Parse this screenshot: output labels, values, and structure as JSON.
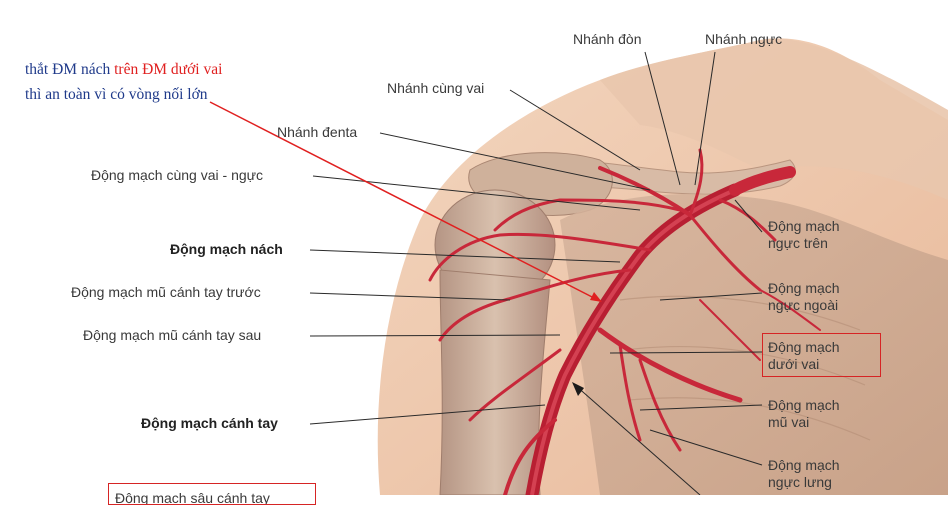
{
  "note": {
    "line1_a": "thắt ĐM nách ",
    "line1_b": "trên ĐM dưới vai",
    "line2": "thì an toàn vì có vòng nối lớn"
  },
  "labels": {
    "nhanh_don": "Nhánh đòn",
    "nhanh_nguc": "Nhánh ngực",
    "nhanh_cung_vai": "Nhánh cùng vai",
    "nhanh_denta": "Nhánh đenta",
    "dm_cung_vai_nguc": "Động mạch cùng vai - ngực",
    "dm_nach": "Động mạch nách",
    "dm_mu_canh_tay_truoc": "Động mạch mũ cánh tay trước",
    "dm_mu_canh_tay_sau": "Động mạch mũ cánh tay sau",
    "dm_canh_tay": "Động mạch cánh tay",
    "dm_nguc_tren_1": "Động mạch",
    "dm_nguc_tren_2": "ngực trên",
    "dm_nguc_ngoai_1": "Động mạch",
    "dm_nguc_ngoai_2": "ngực ngoài",
    "dm_duoi_vai_1": "Động mạch",
    "dm_duoi_vai_2": "dưới vai",
    "dm_mu_vai_1": "Động mạch",
    "dm_mu_vai_2": "mũ vai",
    "dm_nguc_lung_1": "Động mạch",
    "dm_nguc_lung_2": "ngực lưng",
    "cut_label": "Động mạch sâu cánh tay"
  },
  "colors": {
    "artery": "#c8283a",
    "highlight_box": "#d62424",
    "note_blue": "#1f3a8a",
    "note_red": "#e02020"
  }
}
